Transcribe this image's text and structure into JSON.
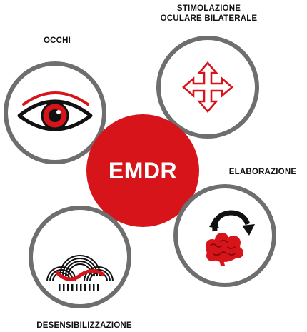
{
  "center": {
    "label": "EMDR"
  },
  "nodes": {
    "occhi": {
      "label": "OCCHI",
      "icon": "eye-icon"
    },
    "stimolazione": {
      "label_line1": "STIMOLAZIONE",
      "label_line2": "OCULARE BILATERALE",
      "icon": "four-arrows-icon"
    },
    "elaborazione": {
      "label": "ELABORAZIONE",
      "icon": "brain-cycle-icon"
    },
    "desensibilizzazione": {
      "label": "DESENSIBILIZZAZIONE",
      "icon": "arches-icon"
    }
  },
  "colors": {
    "accent_red": "#d7141a",
    "ring_gray": "#6e6e6e",
    "text": "#111111"
  }
}
